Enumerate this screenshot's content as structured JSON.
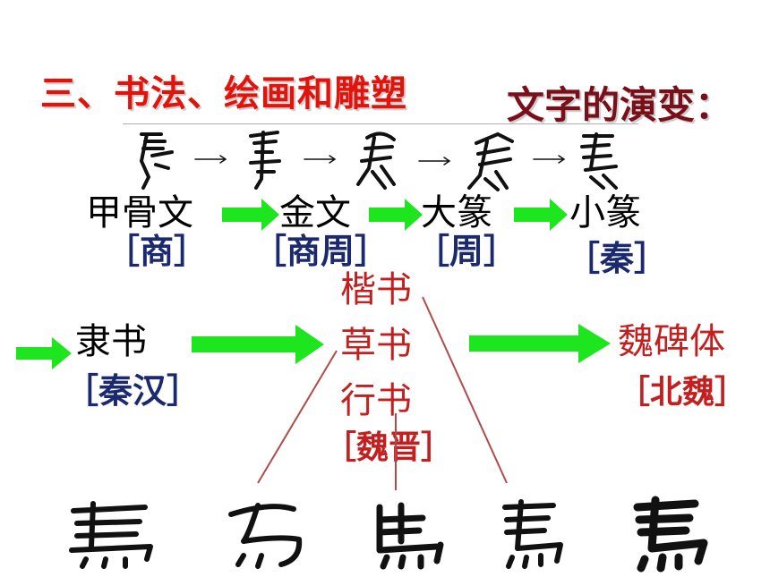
{
  "heading": "三、书法、绘画和雕塑",
  "subheading": "文字的演变：",
  "evolution": [
    {
      "script": "甲骨文",
      "era": "［商］"
    },
    {
      "script": "金文",
      "era": "［商周］"
    },
    {
      "script": "大篆",
      "era": "［周］"
    },
    {
      "script": "小篆",
      "era": "［秦］"
    }
  ],
  "lishu": {
    "script": "隶书",
    "era": "［秦汉］"
  },
  "middle_scripts": [
    "楷书",
    "草书",
    "行书"
  ],
  "middle_era": "［魏晋］",
  "weibei": {
    "script": "魏碑体",
    "era": "［北魏］"
  },
  "colors": {
    "heading": "#e3120b",
    "subheading": "#7a0f1a",
    "arrow": "#1ee61e",
    "era_blue": "#1b2a6e",
    "red_script": "#c41f1f"
  }
}
